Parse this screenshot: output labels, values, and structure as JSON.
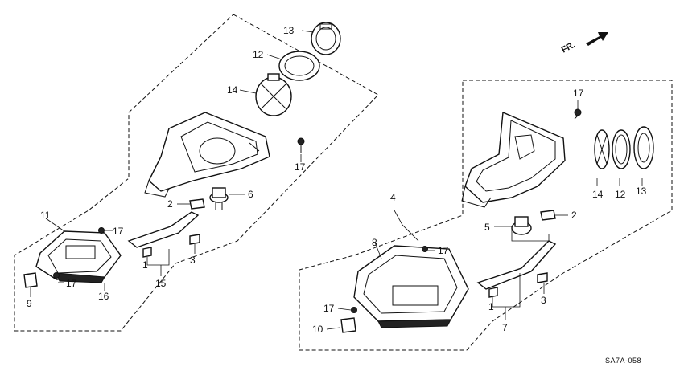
{
  "diagram": {
    "drawing_code": "SA7A-058",
    "direction_label": "FR.",
    "callouts": {
      "left_assembly": [
        "13",
        "12",
        "14",
        "17",
        "2",
        "6",
        "11",
        "17",
        "17",
        "3",
        "1",
        "15",
        "9",
        "16"
      ],
      "right_assembly": [
        "17",
        "14",
        "12",
        "13",
        "4",
        "2",
        "5",
        "8",
        "17",
        "17",
        "3",
        "1",
        "7",
        "10"
      ]
    }
  }
}
